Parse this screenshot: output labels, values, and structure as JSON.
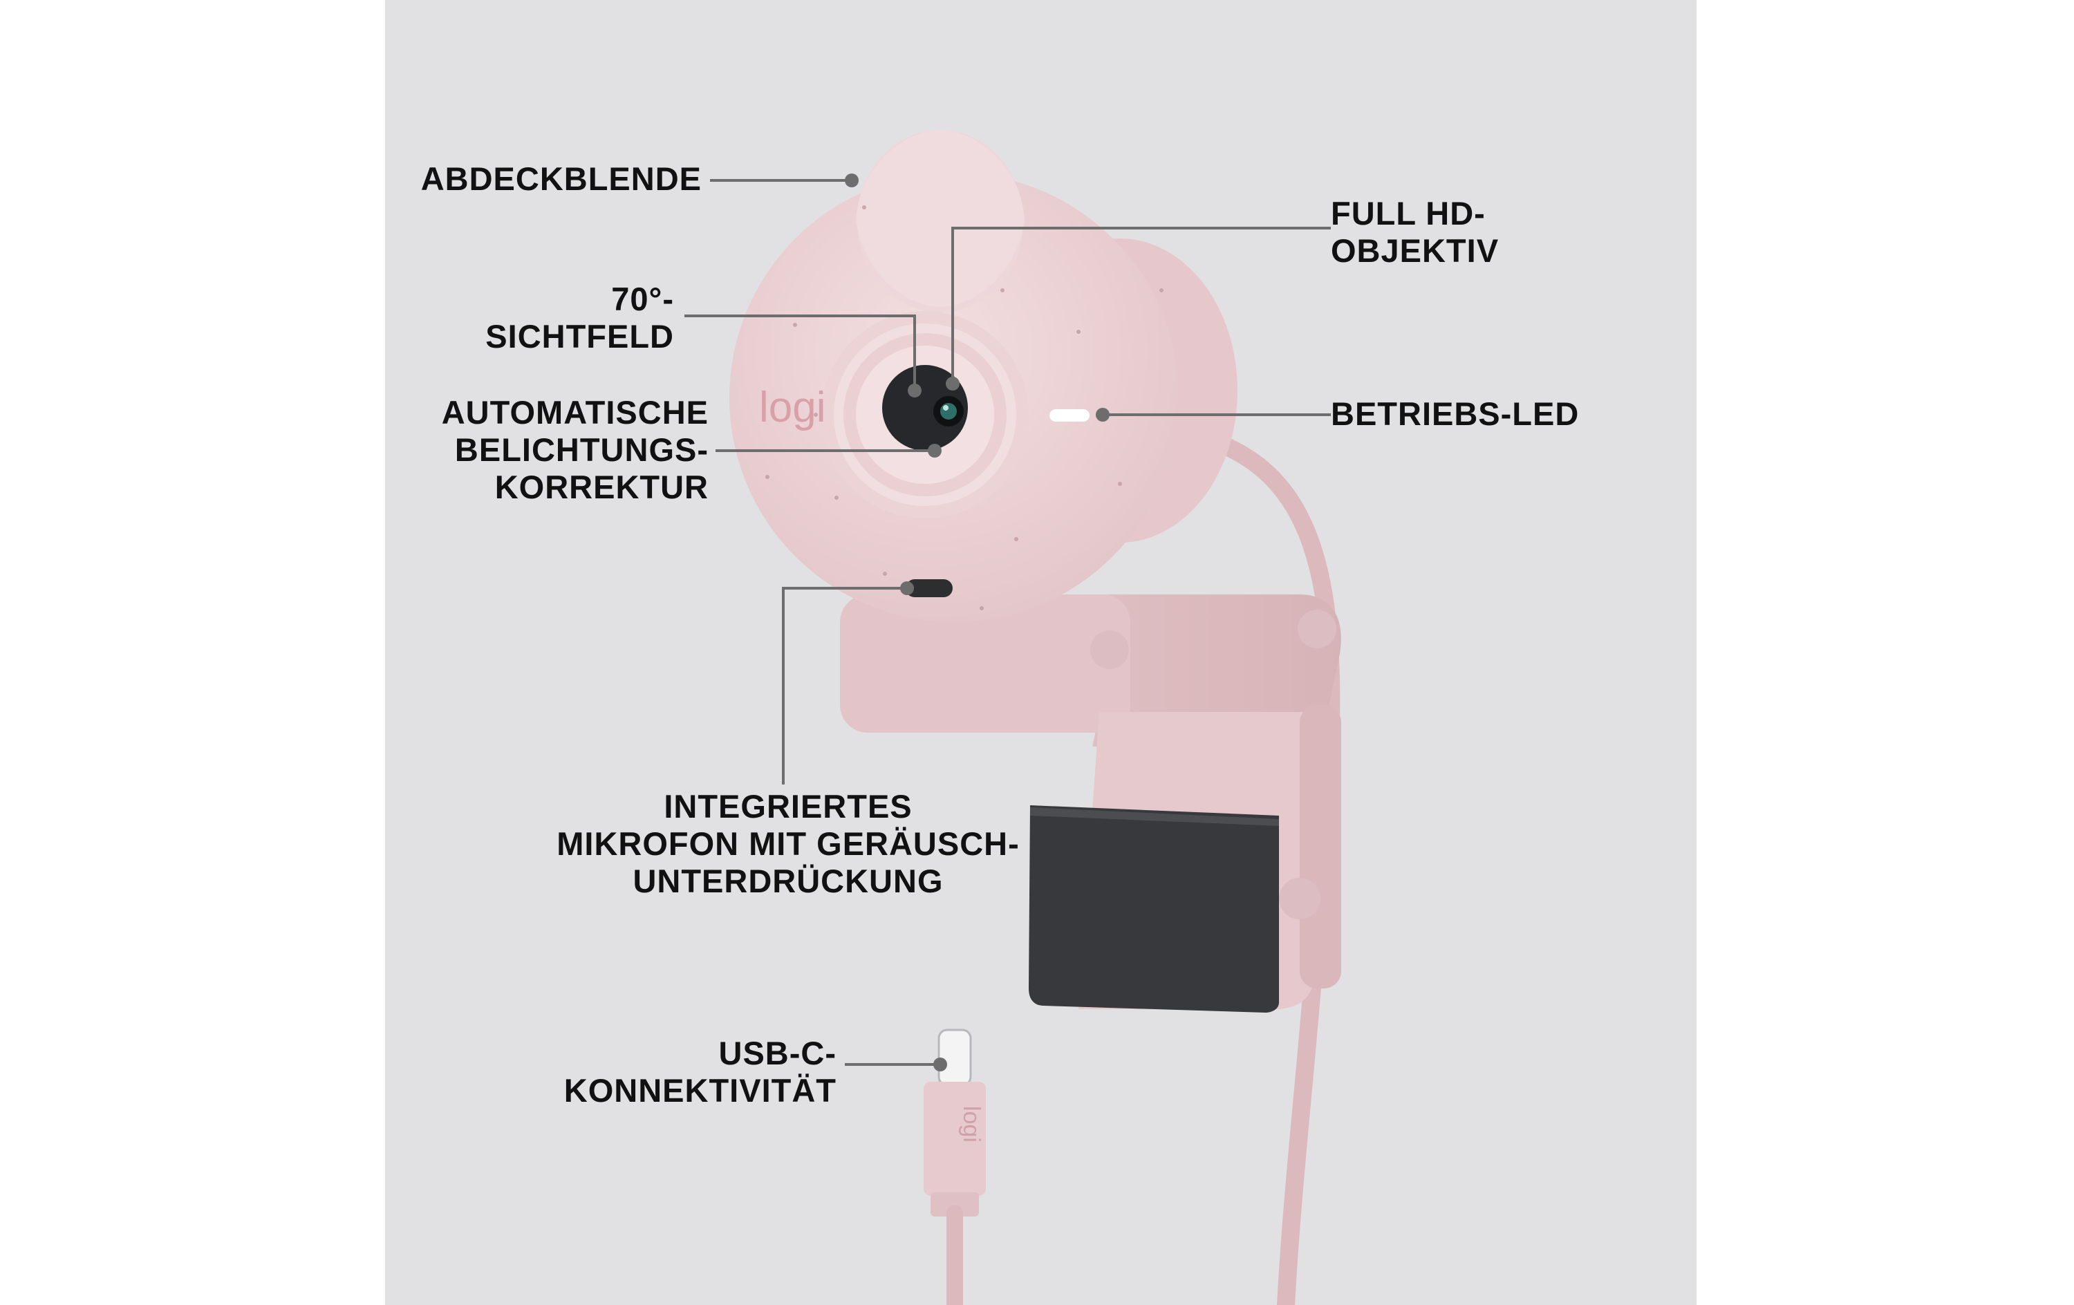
{
  "labels": {
    "shutter": [
      "ABDECKBLENDE"
    ],
    "lens": [
      "FULL HD-",
      "OBJEKTIV"
    ],
    "fov": [
      "70°-",
      "SICHTFELD"
    ],
    "exposure": [
      "AUTOMATISCHE",
      "BELICHTUNGS-",
      "KORREKTUR"
    ],
    "led": [
      "BETRIEBS-LED"
    ],
    "mic": [
      "INTEGRIERTES",
      "MIKROFON MIT GERÄUSCH-",
      "UNTERDRÜCKUNG"
    ],
    "usb": [
      "USB-C-",
      "KONNEKTIVITÄT"
    ]
  },
  "brand": {
    "camera_logo": "logi",
    "plug_logo": "logi"
  },
  "colors": {
    "background": "#e1e1e3",
    "camera_body": "#ecd3d6",
    "camera_shadow": "#d9bcc0",
    "clip_pad": "#38393c",
    "callout_line": "#6d6d6d",
    "text": "#111111"
  }
}
